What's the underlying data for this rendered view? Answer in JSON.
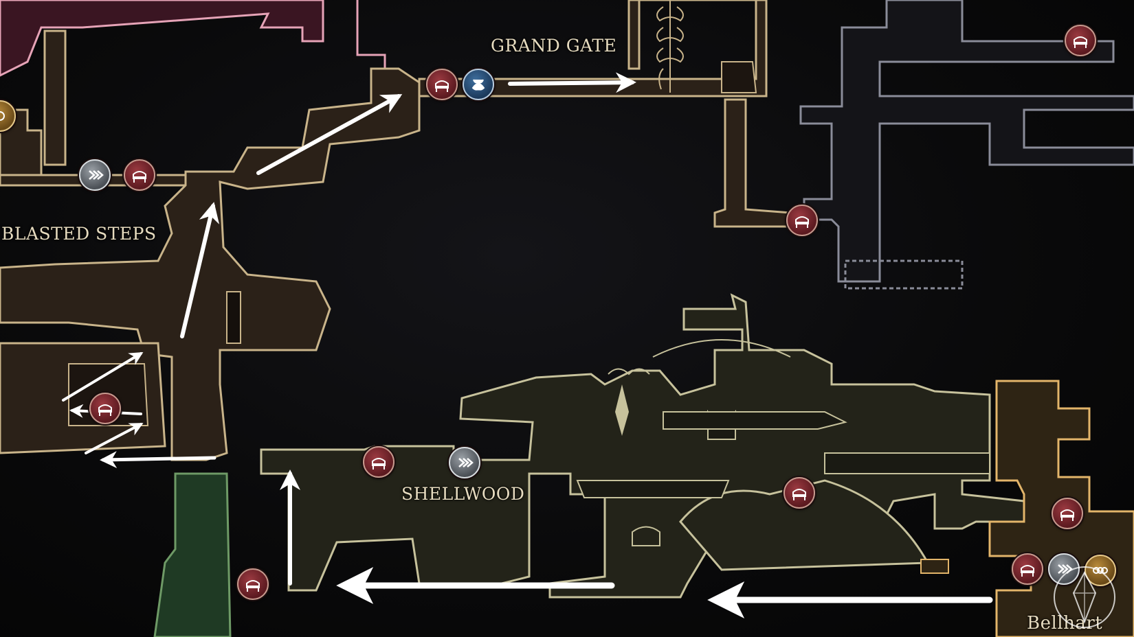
{
  "areas": {
    "blasted_steps": "BLASTED STEPS",
    "grand_gate": "GRAND GATE",
    "shellwood": "SHELLWOOD",
    "bellhart": "Bellhart"
  },
  "markers": [
    {
      "type": "bench",
      "icon": "bench-icon"
    },
    {
      "type": "bench",
      "icon": "bench-icon"
    },
    {
      "type": "bench",
      "icon": "bench-icon"
    },
    {
      "type": "bench",
      "icon": "bench-icon"
    },
    {
      "type": "bench",
      "icon": "bench-icon"
    },
    {
      "type": "bench",
      "icon": "bench-icon"
    },
    {
      "type": "bench",
      "icon": "bench-icon"
    },
    {
      "type": "bench",
      "icon": "bench-icon"
    },
    {
      "type": "bench",
      "icon": "bench-icon"
    },
    {
      "type": "bench",
      "icon": "bench-icon"
    },
    {
      "type": "bench",
      "icon": "bench-icon"
    },
    {
      "type": "fast-travel",
      "icon": "fast-travel-icon"
    },
    {
      "type": "fast-travel",
      "icon": "fast-travel-icon"
    },
    {
      "type": "fast-travel",
      "icon": "fast-travel-icon"
    },
    {
      "type": "npc",
      "icon": "npc-icon"
    },
    {
      "type": "shop",
      "icon": "shop-icon"
    }
  ],
  "colors": {
    "region_brown": "#2b2118",
    "region_brown_border": "#c9b48a",
    "region_olive": "#232319",
    "region_olive_border": "#c7c29c",
    "region_pink": "#3a1522",
    "region_pink_border": "#e6a3b7",
    "region_green": "#1f3a24",
    "region_gray_border": "#8a8c99",
    "region_bell": "#2e2414",
    "region_bell_border": "#e3b56a",
    "arrow": "#ffffff"
  }
}
